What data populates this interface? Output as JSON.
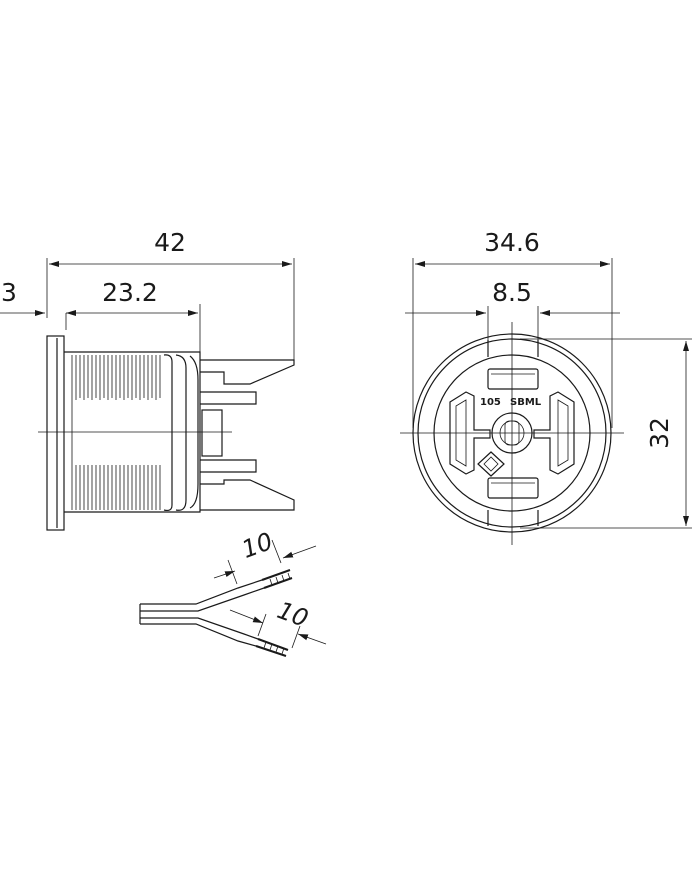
{
  "side_view": {
    "dim_overall_length": "42",
    "dim_thread_length": "23.2",
    "dim_flange_thickness": "3"
  },
  "front_view": {
    "dim_outer_width": "34.6",
    "dim_slot_width": "8.5",
    "dim_height": "32",
    "marking_left": "105",
    "marking_right": "SBML"
  },
  "wires": {
    "dim_strip_upper": "10",
    "dim_strip_lower": "10"
  }
}
